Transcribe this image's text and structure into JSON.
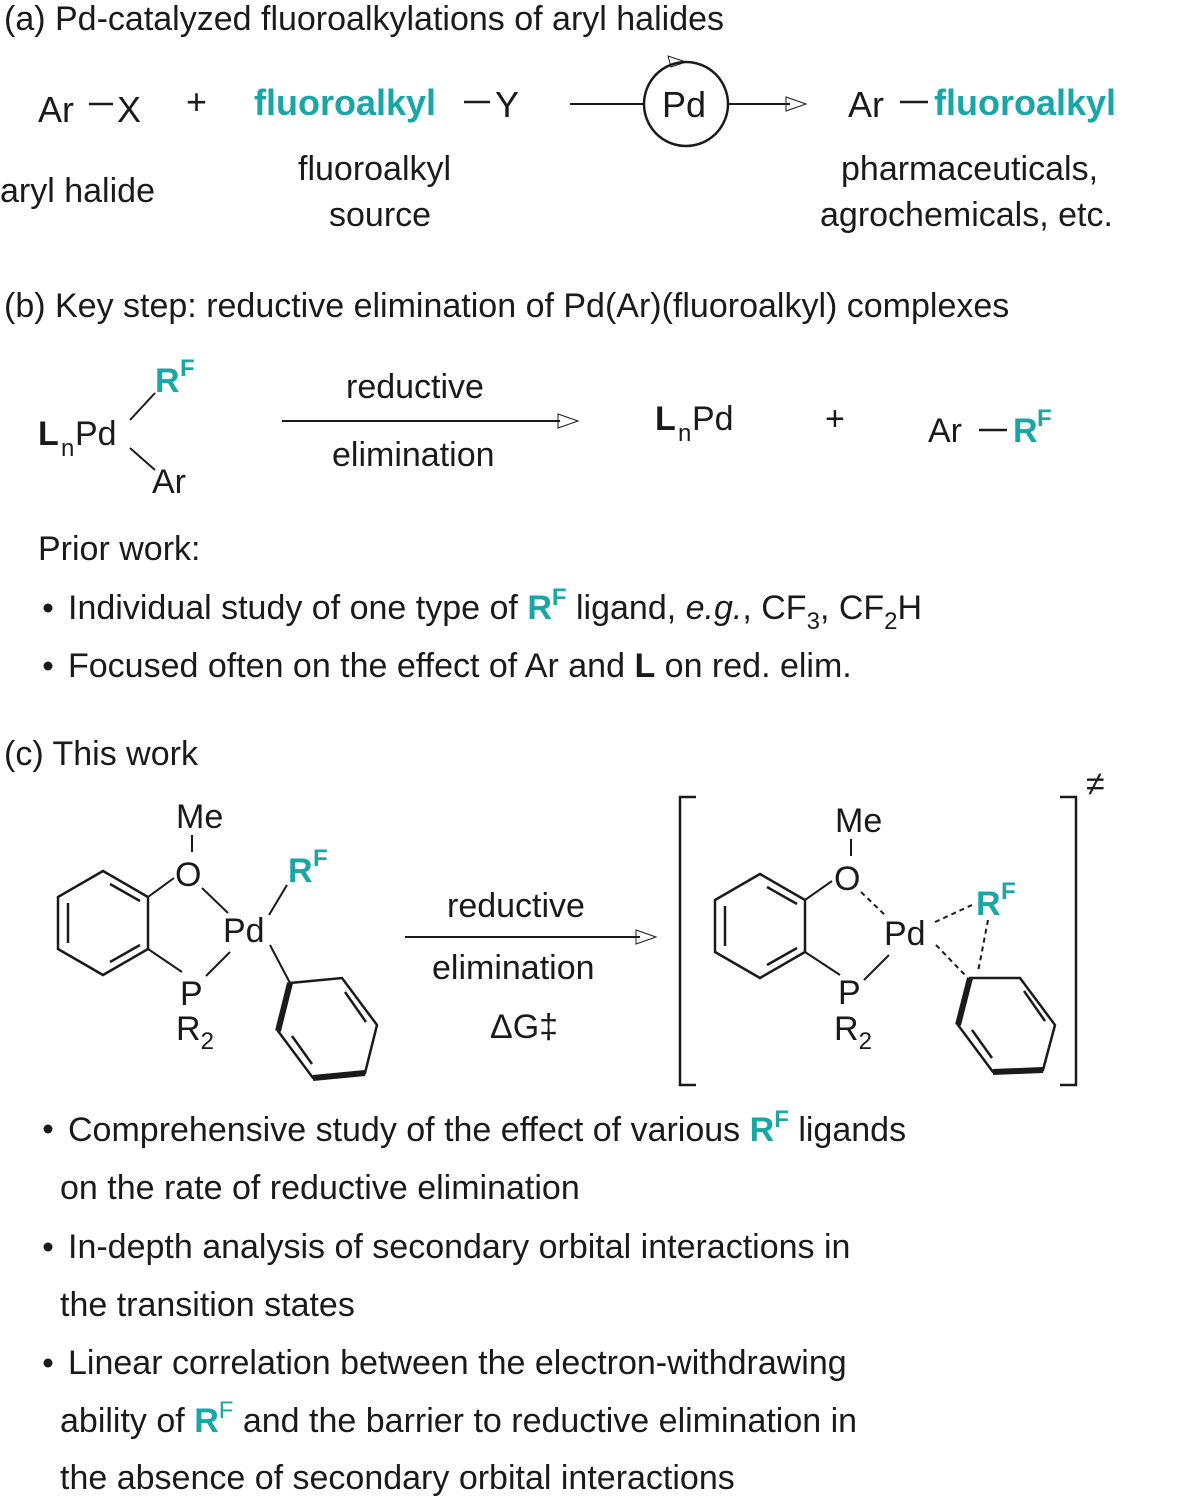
{
  "colors": {
    "accent": "#1aa6a6",
    "text": "#1a1a1a"
  },
  "panel_a": {
    "heading": "(a) Pd-catalyzed fluoroalkylations of aryl halides",
    "ar": "Ar",
    "x": "X",
    "plus": "+",
    "fluoroalkyl": "fluoroalkyl",
    "y": "Y",
    "pd": "Pd",
    "aryl_halide": "aryl halide",
    "source_line1": "fluoroalkyl",
    "source_line2": "source",
    "products_line1": "pharmaceuticals,",
    "products_line2": "agrochemicals, etc."
  },
  "panel_b": {
    "heading": "(b) Key step: reductive elimination of Pd(Ar)(fluoroalkyl) complexes",
    "r": "R",
    "f": "F",
    "l": "L",
    "n": "n",
    "pd": "Pd",
    "ar": "Ar",
    "arrow_top": "reductive",
    "arrow_bottom": "elimination",
    "plus": "+",
    "prior_work": "Prior work:",
    "bullet1_pre": "Individual study of one type of ",
    "bullet1_mid": " ligand, ",
    "bullet1_eg": "e.g.",
    "bullet1_post": ", CF",
    "bullet1_sub3": "3",
    "bullet1_mid2": ", CF",
    "bullet1_sub2": "2",
    "bullet1_end": "H",
    "bullet2_pre": "Focused often on the effect of Ar and ",
    "bullet2_l": "L",
    "bullet2_post": " on red. elim."
  },
  "panel_c": {
    "heading": "(c) This work",
    "me": "Me",
    "o": "O",
    "pd": "Pd",
    "p": "P",
    "r2_r": "R",
    "r2_sub": "2",
    "r": "R",
    "f": "F",
    "arrow_top": "reductive",
    "arrow_mid": "elimination",
    "arrow_bottom": "ΔG‡",
    "ts_mark": "≠",
    "b1_pre": "Comprehensive study of the effect of various ",
    "b1_post": " ligands",
    "b1_line2": "on the rate of reductive elimination",
    "b2_line1": "In-depth analysis of secondary orbital interactions in",
    "b2_line2": "the transition states",
    "b3_line1": "Linear correlation between the electron-withdrawing",
    "b3_pre": "ability of ",
    "b3_post": " and the barrier to reductive elimination in",
    "b3_line3": "the absence of secondary orbital interactions"
  }
}
